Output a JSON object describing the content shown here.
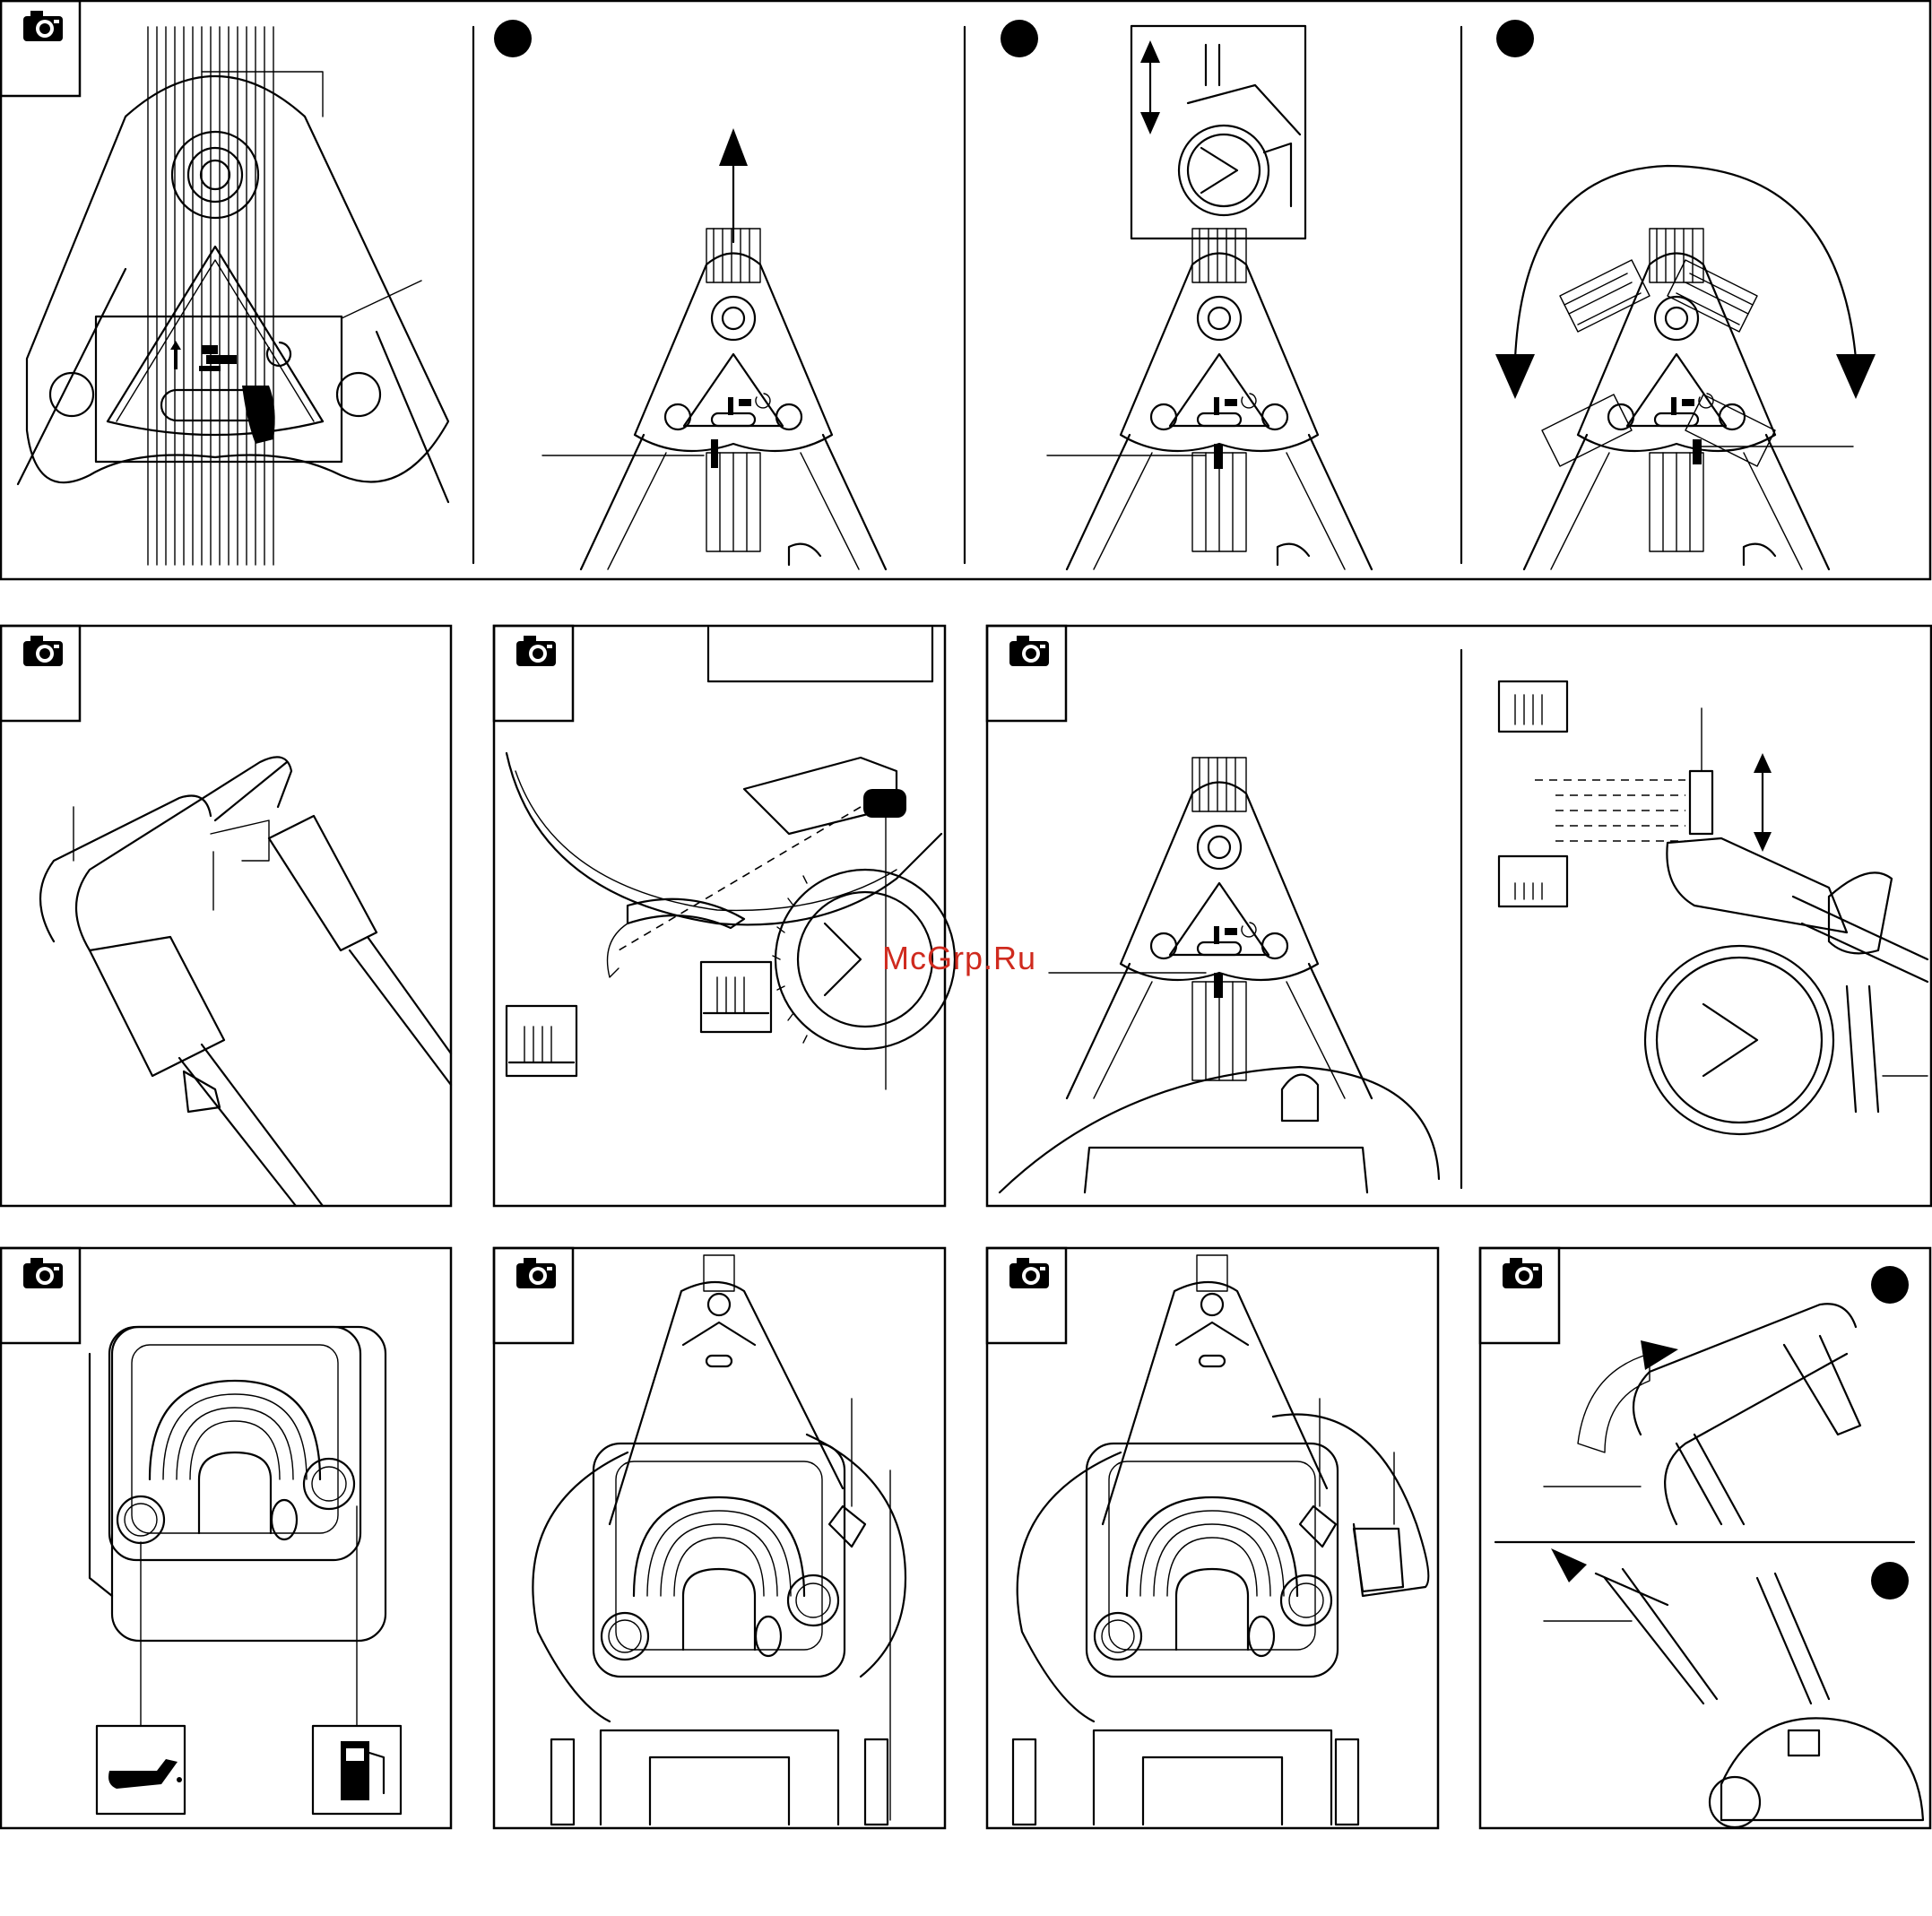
{
  "watermark": "McGrp.Ru",
  "icons": {
    "photo": "camera-icon",
    "step_marker": "filled-circle-marker",
    "oil": "oil-can-icon",
    "fuel": "fuel-pump-icon",
    "height_adjust": "cutting-height-icon",
    "lever_symbols": "lift-cut-rotate-symbols"
  },
  "colors": {
    "line": "#000000",
    "background": "#ffffff",
    "watermark": "#cf2a1e"
  },
  "panels": [
    {
      "id": "lever-close-up",
      "row": 1,
      "has_photo_badge": true
    },
    {
      "id": "lever-step-1",
      "row": 1,
      "has_step_marker": true,
      "action": "pull-up-arrow"
    },
    {
      "id": "lever-step-2",
      "row": 1,
      "has_step_marker": true,
      "action": "height-inset"
    },
    {
      "id": "lever-step-3",
      "row": 1,
      "has_step_marker": true,
      "action": "rotate-arrows"
    },
    {
      "id": "handle-assembly",
      "row": 2,
      "has_photo_badge": true
    },
    {
      "id": "height-knob",
      "row": 2,
      "has_photo_badge": true
    },
    {
      "id": "height-setting",
      "row": 2,
      "has_photo_badge": true
    },
    {
      "id": "engine-top-oil-fuel",
      "row": 3,
      "has_photo_badge": true
    },
    {
      "id": "rear-view-1",
      "row": 3,
      "has_photo_badge": true
    },
    {
      "id": "rear-view-2",
      "row": 3,
      "has_photo_badge": true
    },
    {
      "id": "starting",
      "row": 3,
      "has_photo_badge": true,
      "has_step_marker": true
    }
  ]
}
